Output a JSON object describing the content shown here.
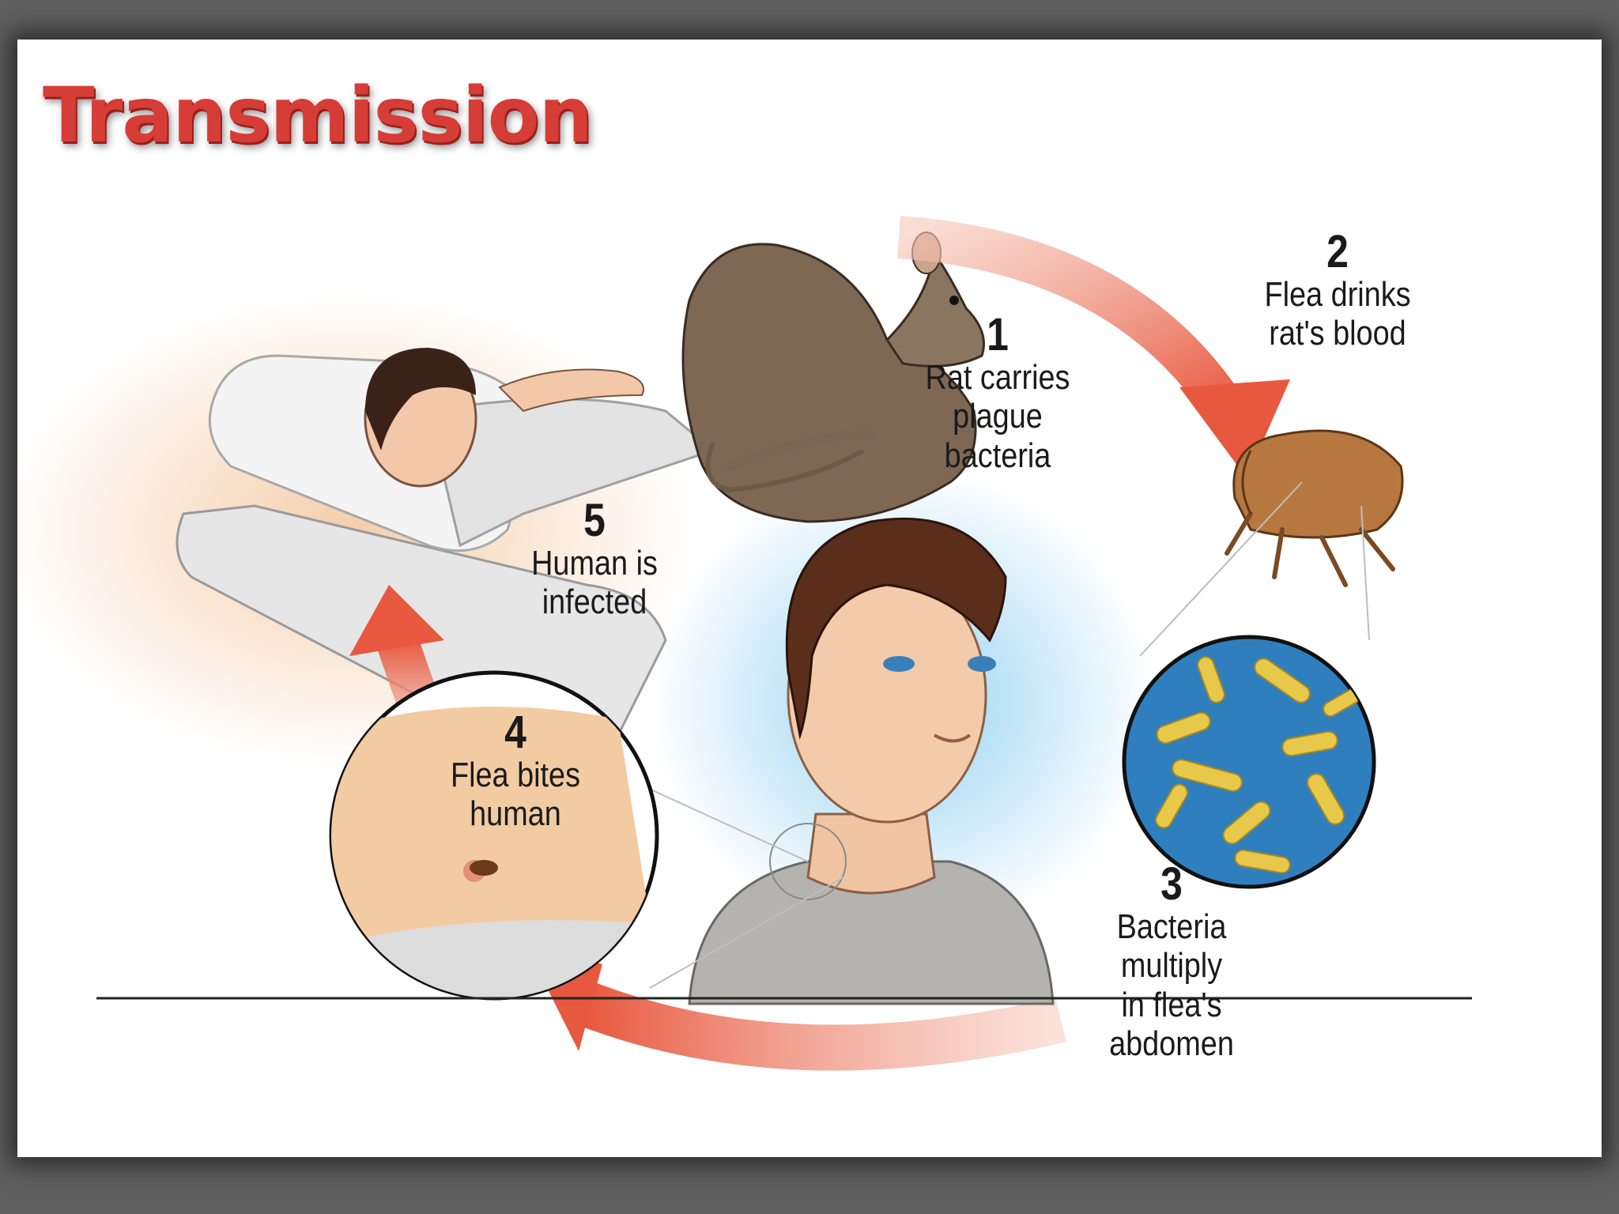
{
  "title": "Transmission",
  "steps": [
    {
      "number": "1",
      "text": "Rat carries plague\nbacteria"
    },
    {
      "number": "2",
      "text": "Flea drinks\nrat's blood"
    },
    {
      "number": "3",
      "text": "Bacteria multiply\nin flea's abdomen"
    },
    {
      "number": "4",
      "text": "Flea bites human"
    },
    {
      "number": "5",
      "text": "Human is infected"
    }
  ],
  "icons": [
    "rat-icon",
    "flea-icon",
    "bacteria-magnified-icon",
    "flea-bite-closeup-icon",
    "sick-person-in-bed-icon",
    "boy-portrait-icon",
    "cycle-arrow-icon"
  ],
  "colors": {
    "slide_frame": "#5f5f5f",
    "title": "#d63d36",
    "arrow": "#e8583f",
    "bacteria_background": "#2f7fbf",
    "bacteria": "#e8c84a"
  }
}
